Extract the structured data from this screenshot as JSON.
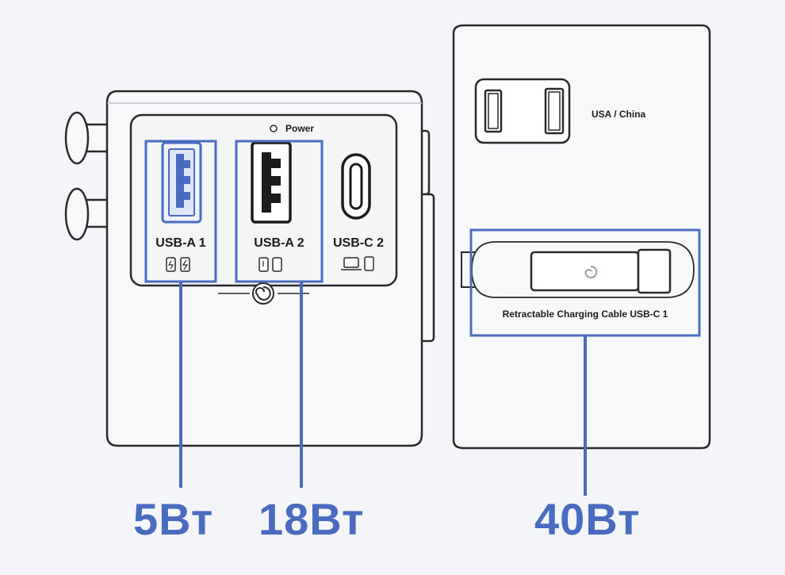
{
  "adapter_front": {
    "power_label": "Power",
    "ports": [
      {
        "name": "USB-A 1",
        "highlighted": true
      },
      {
        "name": "USB-A 2",
        "highlighted": true
      },
      {
        "name": "USB-C 2",
        "highlighted": false
      }
    ]
  },
  "adapter_side": {
    "plug_label": "USA / China",
    "cable_label": "Retractable Charging Cable USB-C 1"
  },
  "watts": {
    "usb_a_1": "5Вт",
    "usb_a_2": "18Вт",
    "usb_c_1": "40Вт"
  },
  "colors": {
    "highlight": "#4a6cc0",
    "outline": "#2a2a2a",
    "body": "#f7f8fa",
    "background": "#f3f5f8"
  }
}
